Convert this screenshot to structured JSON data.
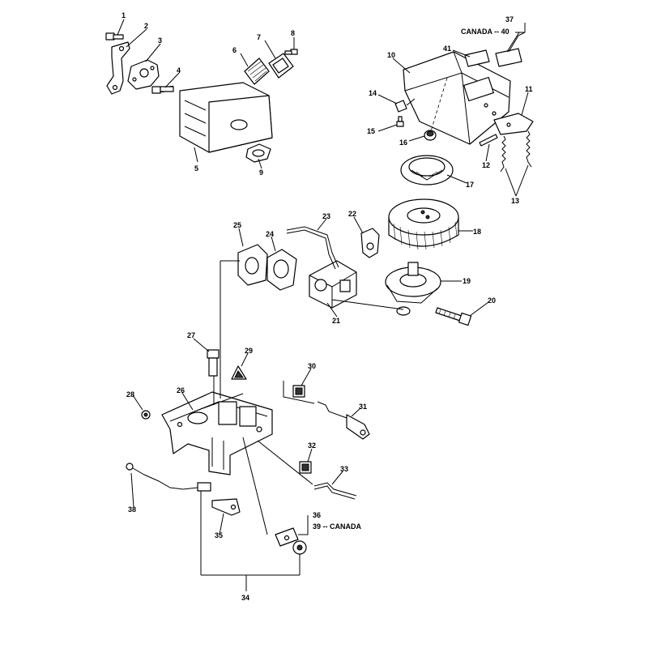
{
  "callouts": [
    "1",
    "2",
    "3",
    "4",
    "5",
    "6",
    "7",
    "8",
    "9",
    "10",
    "11",
    "12",
    "13",
    "14",
    "15",
    "16",
    "17",
    "18",
    "19",
    "20",
    "21",
    "22",
    "23",
    "24",
    "25",
    "26",
    "27",
    "28",
    "29",
    "30",
    "31",
    "32",
    "33",
    "34",
    "35",
    "36",
    "37",
    "38",
    "39",
    "40",
    "41"
  ],
  "annotations": {
    "canada_37_40": "CANADA -- 40",
    "canada_36_39": "39 -- CANADA"
  }
}
